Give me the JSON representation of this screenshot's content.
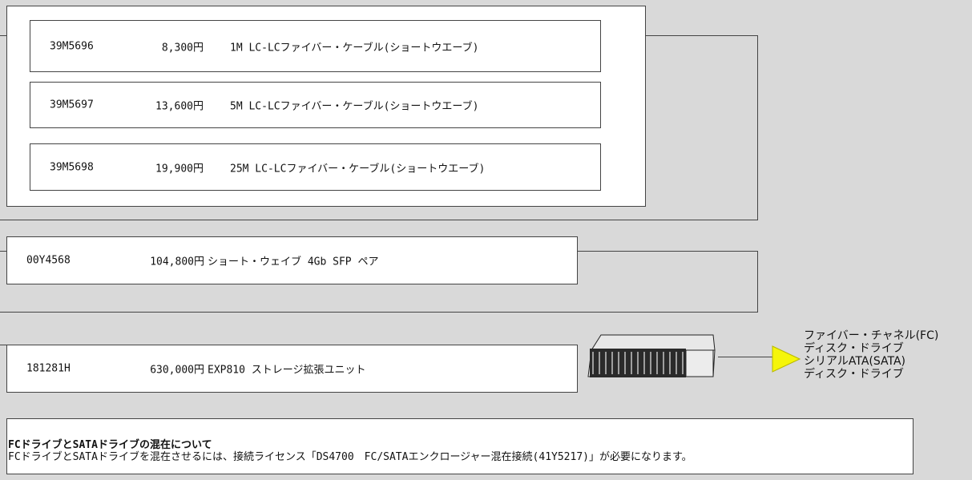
{
  "cables": [
    {
      "part_number": "39M5696",
      "price": "8,300円",
      "description": "1M LC-LCファイバー・ケーブル(ショートウエーブ)"
    },
    {
      "part_number": "39M5697",
      "price": "13,600円",
      "description": "5M LC-LCファイバー・ケーブル(ショートウエーブ)"
    },
    {
      "part_number": "39M5698",
      "price": "19,900円",
      "description": "25M LC-LCファイバー・ケーブル(ショートウエーブ)"
    }
  ],
  "sfp": {
    "part_number": "00Y4568",
    "price": "104,800円",
    "description": "ショート・ウェイブ 4Gb SFP ペア"
  },
  "expansion": {
    "part_number": "181281H",
    "price": "630,000円",
    "description": "EXP810 ストレージ拡張ユニット"
  },
  "drive_label": [
    "ファイバー・チャネル(FC)",
    "ディスク・ドライブ",
    "シリアルATA(SATA)",
    "ディスク・ドライブ"
  ],
  "note": {
    "title": "FCドライブとSATAドライブの混在について",
    "text": "FCドライブとSATAドライブを混在させるには、接続ライセンス「DS4700　FC/SATAエンクロージャー混在接続(41Y5217)」が必要になります。"
  },
  "colors": {
    "background": "#d9d9d9",
    "arrow": "#f5f50a"
  }
}
